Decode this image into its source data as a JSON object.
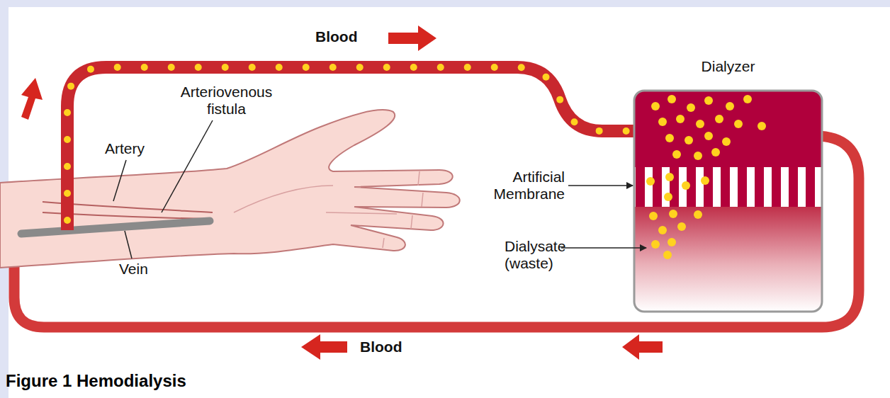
{
  "diagram": {
    "caption": "Figure 1 Hemodialysis",
    "nodes": [
      {
        "text": [
          "Dialyzer"
        ]
      }
    ],
    "labels": [
      "Blood",
      "Arteriovenous fistula",
      "Artery",
      "Artificial Membrane",
      "Dialysate (waste)",
      "Vein",
      "Blood"
    ]
  }
}
